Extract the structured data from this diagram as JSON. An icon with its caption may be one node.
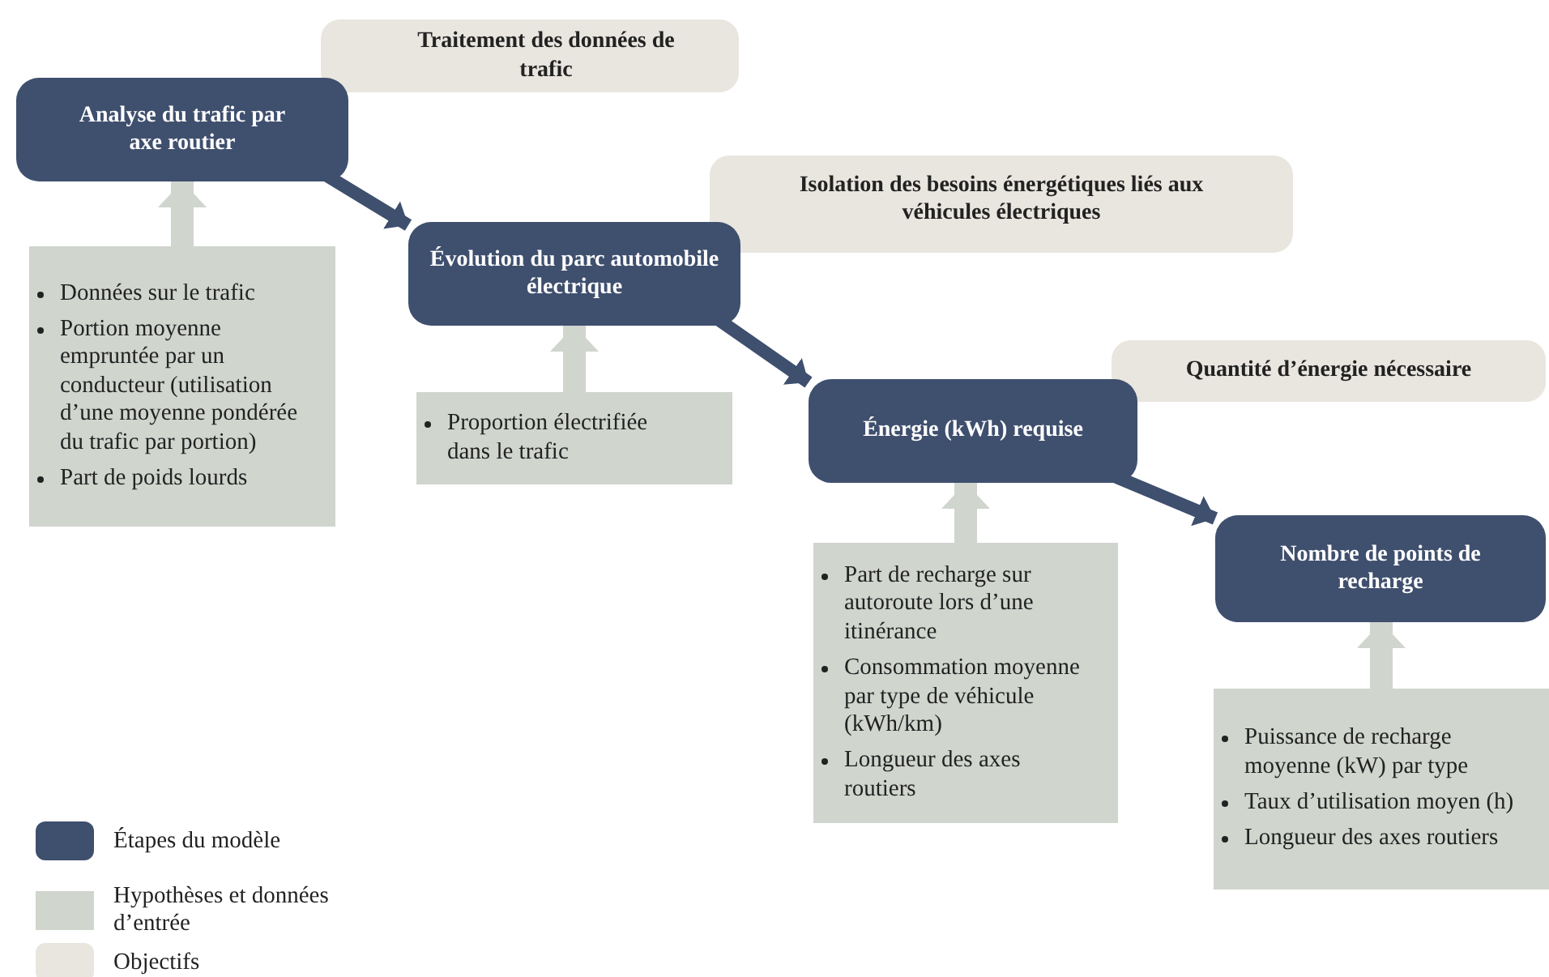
{
  "diagram": {
    "nodes": [
      {
        "text": [
          "Traitement des données de trafic"
        ]
      },
      {
        "text": [
          "Analyse du trafic par axe routier"
        ]
      },
      {
        "text": [
          "Données sur le trafic",
          "Portion moyenne empruntée par un conducteur (utilisation d’une moyenne pondérée du trafic par portion)",
          "Part de poids lourds"
        ]
      },
      {
        "text": [
          "Isolation des besoins énergétiques liés aux véhicules électriques"
        ]
      },
      {
        "text": [
          "Évolution du parc automobile électrique"
        ]
      },
      {
        "text": [
          "Proportion électrifiée dans le trafic"
        ]
      },
      {
        "text": [
          "Quantité d’énergie nécessaire"
        ]
      },
      {
        "text": [
          "Énergie (kWh) requise"
        ]
      },
      {
        "text": [
          "Part de recharge sur autoroute lors d’une itinérance",
          "Consommation moyenne par type de véhicule (kWh/km)",
          "Longueur des axes routiers"
        ]
      },
      {
        "text": [
          "Nombre de points de recharge"
        ]
      },
      {
        "text": [
          "Puissance de recharge moyenne (kW) par type",
          "Taux d’utilisation moyen (h)",
          "Longueur des axes routiers"
        ]
      }
    ],
    "edges": [
      {
        "from": 2,
        "to": 1,
        "arrow": "to"
      },
      {
        "from": 1,
        "to": 4,
        "arrow": "to",
        "color": "#3f4f6e"
      },
      {
        "from": 5,
        "to": 4,
        "arrow": "to"
      },
      {
        "from": 4,
        "to": 7,
        "arrow": "to",
        "color": "#3f4f6e"
      },
      {
        "from": 8,
        "to": 7,
        "arrow": "to"
      },
      {
        "from": 7,
        "to": 9,
        "arrow": "to",
        "color": "#3f4f6e"
      },
      {
        "from": 10,
        "to": 9,
        "arrow": "to"
      }
    ],
    "legend": [
      {
        "text": "Étapes du modèle",
        "color": "#3f4f6e"
      },
      {
        "text": "Hypothèses et données d’entrée",
        "color": "#d0d5ce"
      },
      {
        "text": "Objectifs",
        "color": "#e9e6df"
      }
    ]
  }
}
